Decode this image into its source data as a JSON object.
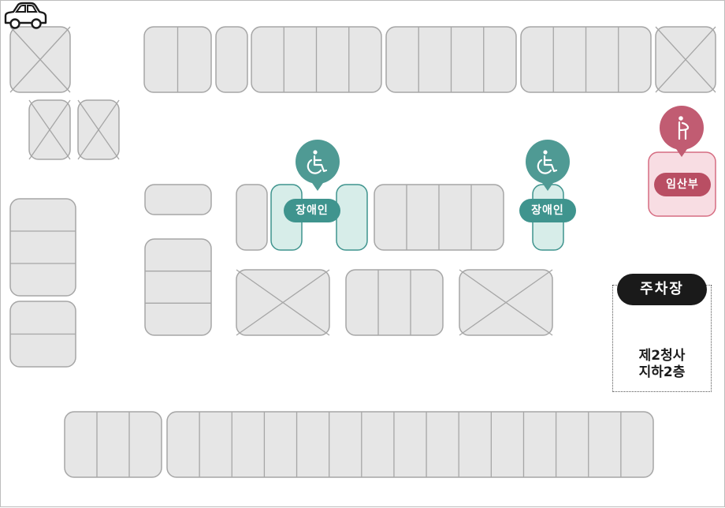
{
  "colors": {
    "slot_fill": "#e6e6e6",
    "slot_stroke": "#a6a6a6",
    "disabled_fill": "#d7ede9",
    "disabled_stroke": "#3f948e",
    "disabled_pin": "#4f9a94",
    "maternity_fill": "#f8dde3",
    "maternity_stroke": "#d66d82",
    "maternity_pin": "#c15c72",
    "legend_dark": "#1a1a1a"
  },
  "labels": {
    "disabled": "장애인",
    "maternity": "임산부"
  },
  "icons": {
    "disabled": "wheelchair-icon",
    "maternity": "pregnant-woman-icon",
    "car": "car-icon"
  },
  "legend": {
    "title": "주차장",
    "building": "제2청사",
    "floor": "지하2층"
  }
}
